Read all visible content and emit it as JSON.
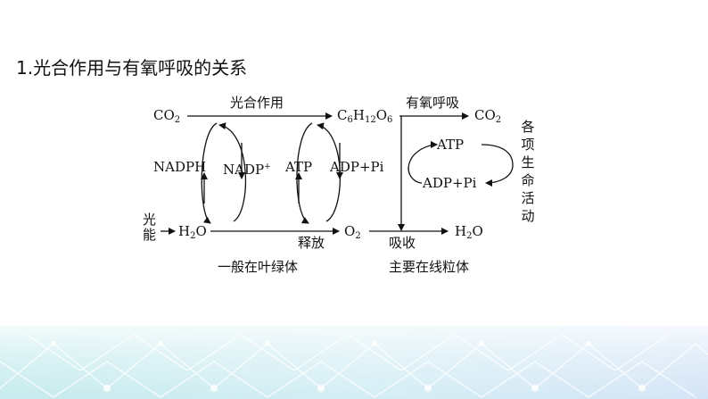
{
  "heading": "1.光合作用与有氧呼吸的关系",
  "diagram": {
    "co2_left": {
      "base": "CO",
      "sub": "2"
    },
    "photosynthesis": "光合作用",
    "glucose": {
      "c": "C",
      "c_sub": "6",
      "h": "H",
      "h_sub": "12",
      "o": "O",
      "o_sub": "6"
    },
    "aerobic_respiration": "有氧呼吸",
    "co2_right": {
      "base": "CO",
      "sub": "2"
    },
    "nadph": "NADPH",
    "nadp": {
      "base": "NADP",
      "sup": "+"
    },
    "atp_mid": "ATP",
    "adp_pi_mid": "ADP+Pi",
    "atp_right": "ATP",
    "adp_pi_right": "ADP+Pi",
    "light_energy": [
      "光",
      "能"
    ],
    "h2o_left": {
      "h": "H",
      "sub": "2",
      "o": "O"
    },
    "release": "释放",
    "o2": {
      "base": "O",
      "sub": "2"
    },
    "absorb": "吸收",
    "h2o_right": {
      "h": "H",
      "sub": "2",
      "o": "O"
    },
    "chloroplast_note": "一般在叶绿体",
    "mitochondria_note": "主要在线粒体",
    "life_activities": [
      "各",
      "项",
      "生",
      "命",
      "活",
      "动"
    ]
  },
  "colors": {
    "line": "#111111",
    "deco_teal": "#7fd3d8",
    "deco_blue": "#9fc4ec"
  }
}
